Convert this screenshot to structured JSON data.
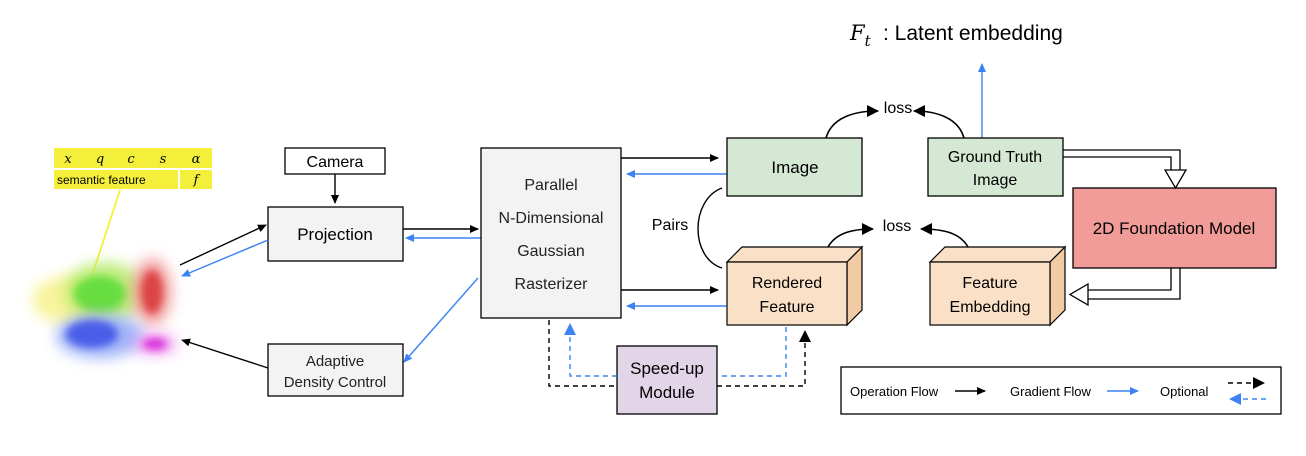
{
  "latent_embedding": {
    "symbol": "F",
    "subscript": "t",
    "text": ": Latent embedding"
  },
  "feature_table": {
    "params": [
      "x",
      "q",
      "c",
      "s",
      "α"
    ],
    "semantic_label": "semantic feature",
    "semantic_symbol": "f",
    "color": "#f3ef3a"
  },
  "nodes": {
    "camera": "Camera",
    "projection": "Projection",
    "rasterizer": [
      "Parallel",
      "N-Dimensional",
      "Gaussian",
      "Rasterizer"
    ],
    "adaptive_density": [
      "Adaptive",
      "Density Control"
    ],
    "image": "Image",
    "ground_truth": [
      "Ground Truth",
      "Image"
    ],
    "foundation_model": "2D Foundation Model",
    "rendered_feature": [
      "Rendered",
      "Feature"
    ],
    "feature_embedding": [
      "Feature",
      "Embedding"
    ],
    "speed_up": [
      "Speed-up",
      "Module"
    ]
  },
  "edge_labels": {
    "loss_top": "loss",
    "loss_bottom": "loss",
    "pairs": "Pairs"
  },
  "legend": {
    "operation_flow": "Operation Flow",
    "gradient_flow": "Gradient Flow",
    "optional": "Optional"
  },
  "colors": {
    "operation": "#000000",
    "gradient": "#3b82f6",
    "image_fill": "#d5e8d4",
    "feature_fill": "#fae0c7",
    "foundation_fill": "#f19c99",
    "speedup_fill": "#e1d5e7",
    "box_fill": "#f3f3f3"
  }
}
